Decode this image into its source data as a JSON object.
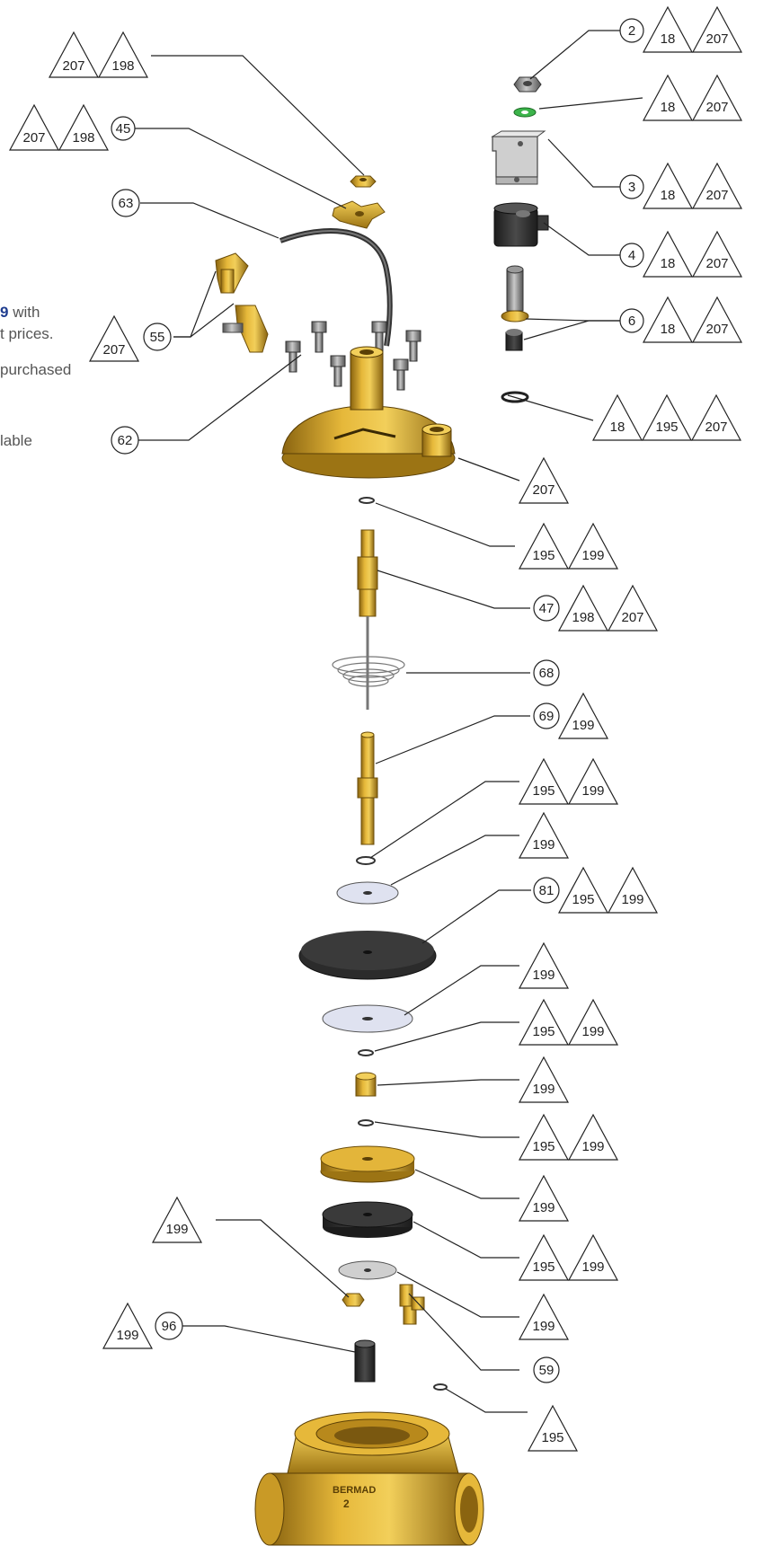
{
  "side_notes": {
    "line1_bold": "9",
    "line1_rest": " with",
    "line2": "t prices.",
    "line3": "purchased",
    "line4": "lable"
  },
  "callouts": {
    "c2": {
      "num": "2",
      "tri": [
        "18",
        "207"
      ]
    },
    "c207_198_top": {
      "tri": [
        "207",
        "198"
      ]
    },
    "c18_207_washer": {
      "tri": [
        "18",
        "207"
      ]
    },
    "c45": {
      "num": "45",
      "tri": [
        "207",
        "198"
      ]
    },
    "c3": {
      "num": "3",
      "tri": [
        "18",
        "207"
      ]
    },
    "c63": {
      "num": "63"
    },
    "c4": {
      "num": "4",
      "tri": [
        "18",
        "207"
      ]
    },
    "c6": {
      "num": "6",
      "tri": [
        "18",
        "207"
      ]
    },
    "c55": {
      "num": "55",
      "tri": [
        "207"
      ]
    },
    "c18_195_207": {
      "tri": [
        "18",
        "195",
        "207"
      ]
    },
    "c62": {
      "num": "62"
    },
    "c207_body": {
      "tri": [
        "207"
      ]
    },
    "c195_199_a": {
      "tri": [
        "195",
        "199"
      ]
    },
    "c47": {
      "num": "47",
      "tri": [
        "198",
        "207"
      ]
    },
    "c68": {
      "num": "68"
    },
    "c69": {
      "num": "69",
      "tri": [
        "199"
      ]
    },
    "c195_199_b": {
      "tri": [
        "195",
        "199"
      ]
    },
    "c199_a": {
      "tri": [
        "199"
      ]
    },
    "c81": {
      "num": "81",
      "tri": [
        "195",
        "199"
      ]
    },
    "c199_b": {
      "tri": [
        "199"
      ]
    },
    "c195_199_c": {
      "tri": [
        "195",
        "199"
      ]
    },
    "c199_c": {
      "tri": [
        "199"
      ]
    },
    "c195_199_d": {
      "tri": [
        "195",
        "199"
      ]
    },
    "c199_d": {
      "tri": [
        "199"
      ]
    },
    "c195_199_e": {
      "tri": [
        "195",
        "199"
      ]
    },
    "c199_left": {
      "tri": [
        "199"
      ]
    },
    "c199_e": {
      "tri": [
        "199"
      ]
    },
    "c96": {
      "num": "96",
      "tri": [
        "199"
      ]
    },
    "c59": {
      "num": "59"
    },
    "c195_bottom": {
      "tri": [
        "195"
      ]
    }
  },
  "valve_marking": {
    "line1": "BERMAD",
    "line2": "2"
  },
  "colors": {
    "brass": "#d4a32a",
    "brass_dark": "#9c7414",
    "rubber": "#2b2b2b",
    "steel": "#9a9a9a",
    "disc_light": "#dfe2f0",
    "green_washer": "#3cb44b"
  }
}
